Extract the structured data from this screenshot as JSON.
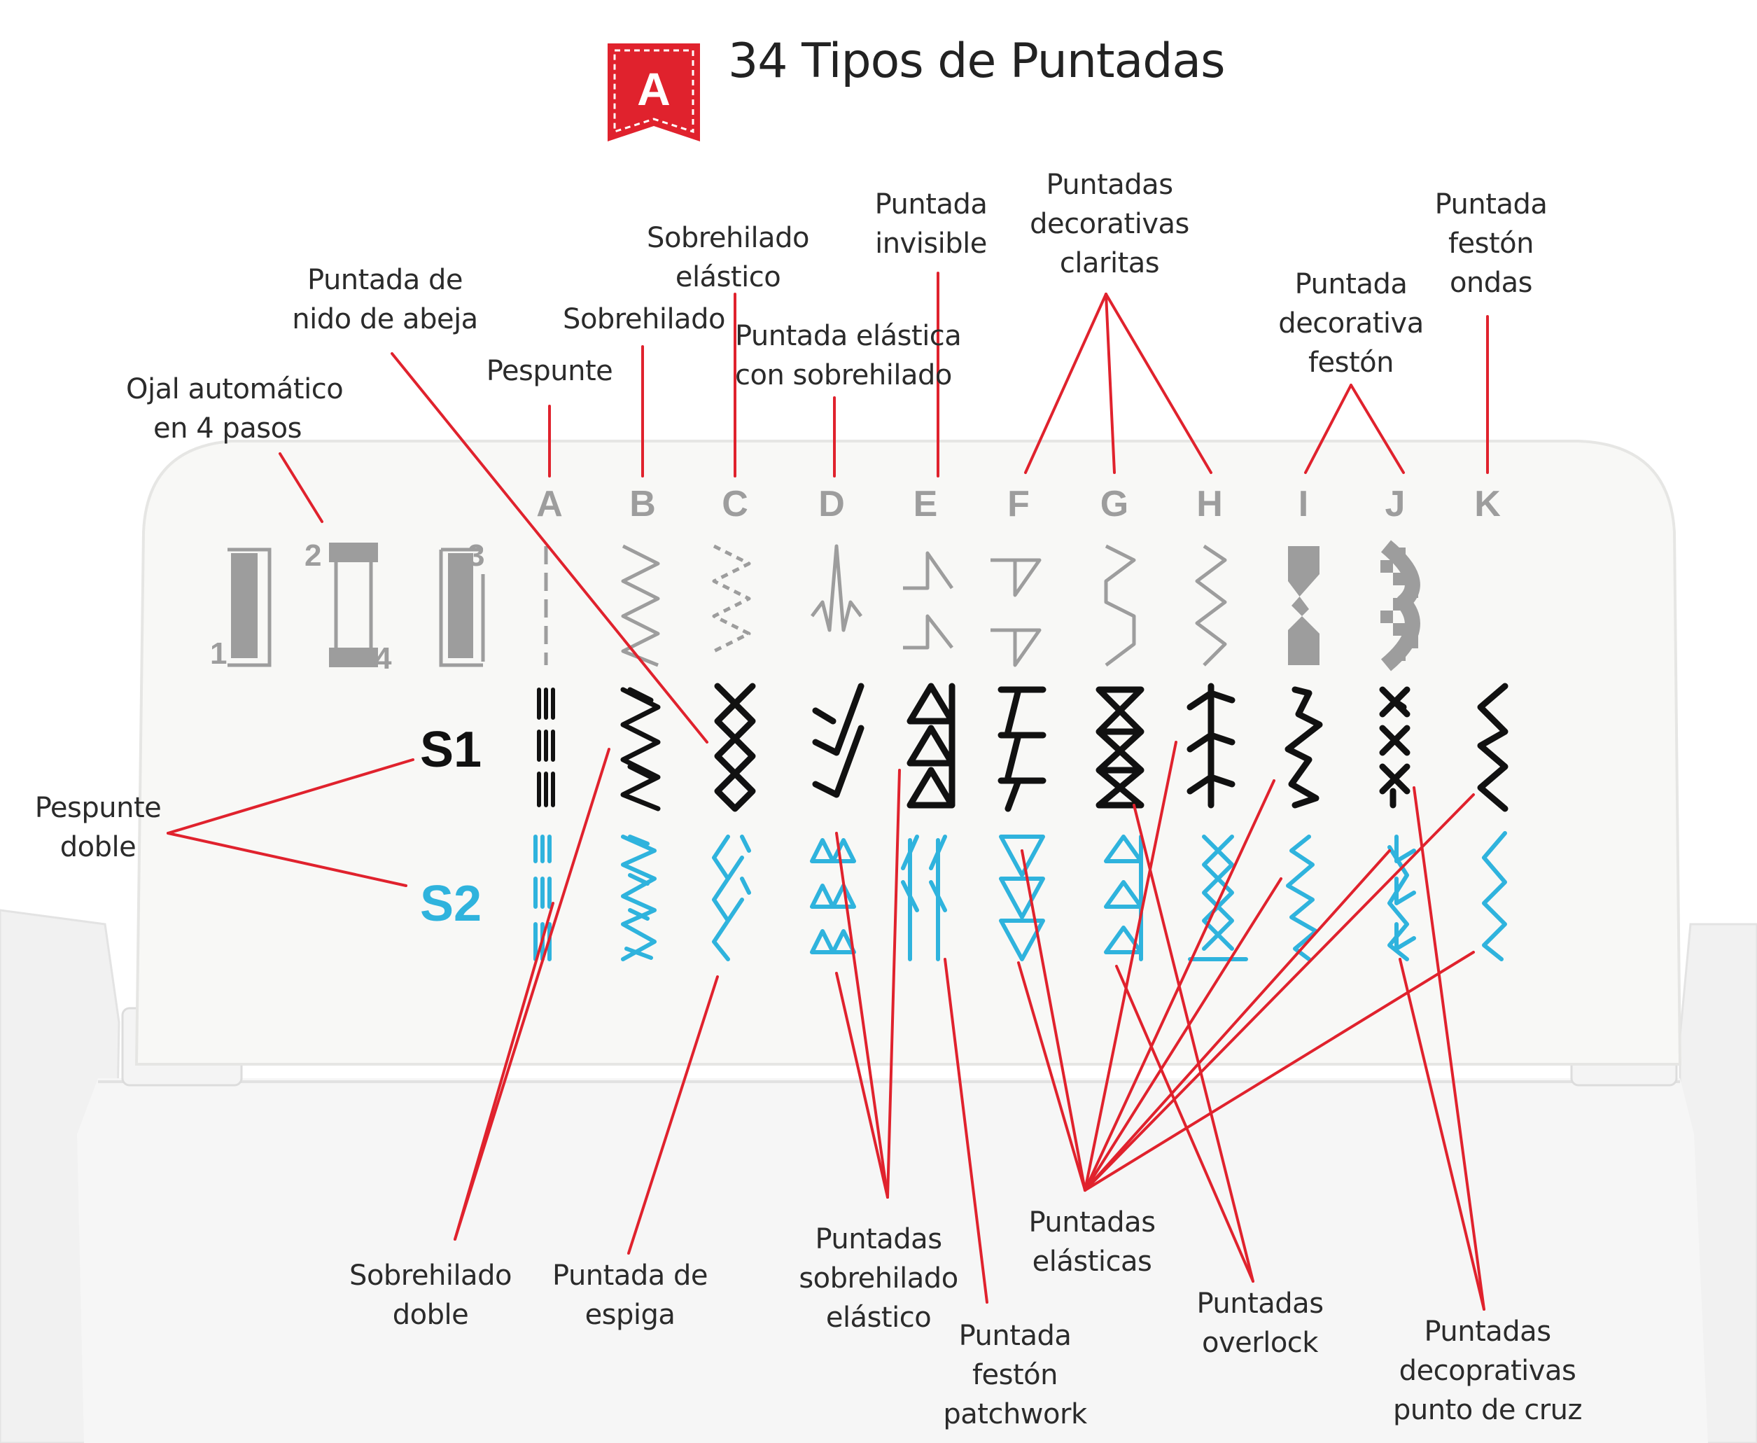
{
  "title": "34 Tipos de Puntadas",
  "badge_letter": "A",
  "colors": {
    "accent": "#e0222d",
    "blue": "#2fb3dd",
    "black": "#111111",
    "gray": "#9d9d9d"
  },
  "columns": [
    "A",
    "B",
    "C",
    "D",
    "E",
    "F",
    "G",
    "H",
    "I",
    "J",
    "K"
  ],
  "rows": {
    "s1": "S1",
    "s2": "S2"
  },
  "buttonhole_numbers": [
    "1",
    "2",
    "3",
    "4"
  ],
  "labels": {
    "ojal": [
      "Ojal automático",
      "en 4 pasos"
    ],
    "nido": [
      "Puntada de",
      "nido de abeja"
    ],
    "pespunte": [
      "Pespunte"
    ],
    "sobrehilado": [
      "Sobrehilado"
    ],
    "sobre_elastico": [
      "Sobrehilado",
      "elástico"
    ],
    "elastica_sobre": [
      "Puntada elástica",
      "con sobrehilado"
    ],
    "invisible": [
      "Puntada",
      "invisible"
    ],
    "claritas": [
      "Puntadas",
      "decorativas",
      "claritas"
    ],
    "festón_dec": [
      "Puntada",
      "decorativa",
      "festón"
    ],
    "ondas": [
      "Puntada",
      "festón",
      "ondas"
    ],
    "pespunte_doble": [
      "Pespunte",
      "doble"
    ],
    "sobre_doble": [
      "Sobrehilado",
      "doble"
    ],
    "espiga": [
      "Puntada de",
      "espiga"
    ],
    "sobre_elast_plural": [
      "Puntadas",
      "sobrehilado",
      "elástico"
    ],
    "patchwork": [
      "Puntada",
      "festón",
      "patchwork"
    ],
    "elasticas": [
      "Puntadas",
      "elásticas"
    ],
    "overlock": [
      "Puntadas",
      "overlock"
    ],
    "cruz": [
      "Puntadas",
      "decoprativas",
      "punto de cruz"
    ]
  }
}
